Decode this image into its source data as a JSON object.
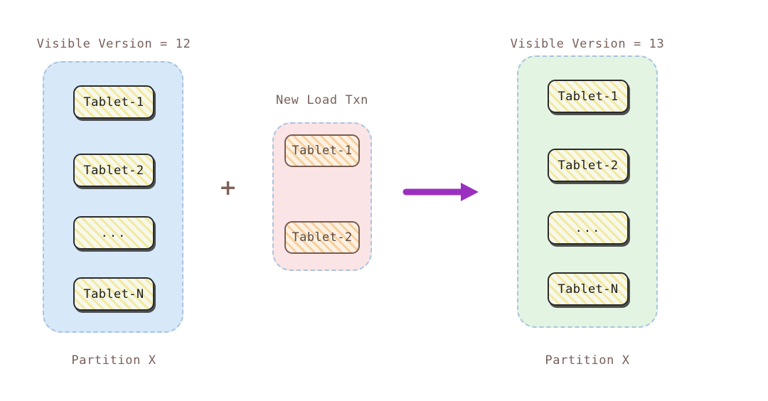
{
  "diagram": {
    "title_left": "Visible Version = 12",
    "title_right": "Visible Version = 13",
    "title_middle": "New Load Txn",
    "footer_left": "Partition X",
    "footer_right": "Partition X",
    "operator_plus": "+",
    "arrow_icon": "right-arrow-icon",
    "colors": {
      "caption_text": "#78605a",
      "panel_blue": "#d7e8f8",
      "panel_green": "#e3f4e2",
      "panel_pink": "#fbe4e5",
      "panel_border_dashed": "#a8c4e0",
      "chip_yellow_border": "#2b2b2b",
      "chip_orange_border": "#7a5c52",
      "arrow_purple": "#9b30c0"
    }
  },
  "left_panel": {
    "name": "partition-x-before",
    "tablets": [
      {
        "label": "Tablet-1"
      },
      {
        "label": "Tablet-2"
      },
      {
        "label": "..."
      },
      {
        "label": "Tablet-N"
      }
    ]
  },
  "middle_panel": {
    "name": "new-load-txn",
    "tablets": [
      {
        "label": "Tablet-1"
      },
      {
        "label": "Tablet-2"
      }
    ]
  },
  "right_panel": {
    "name": "partition-x-after",
    "tablets": [
      {
        "label": "Tablet-1"
      },
      {
        "label": "Tablet-2"
      },
      {
        "label": "..."
      },
      {
        "label": "Tablet-N"
      }
    ]
  }
}
